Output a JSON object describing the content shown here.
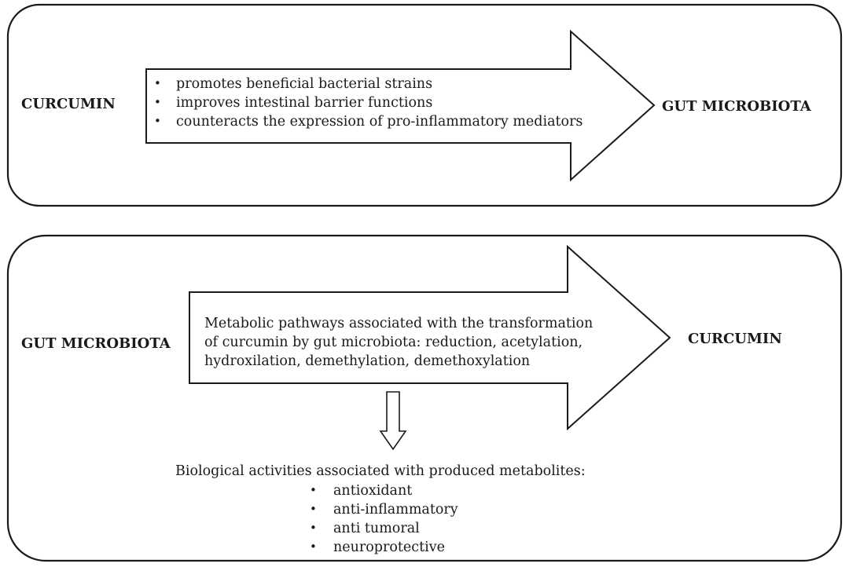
{
  "top_panel": {
    "source_label": "CURCUMIN",
    "target_label": "GUT MICROBIOTA",
    "effects": [
      "promotes beneficial bacterial strains",
      "improves intestinal barrier functions",
      "counteracts the expression of pro-inflammatory mediators"
    ]
  },
  "bottom_panel": {
    "source_label": "GUT MICROBIOTA",
    "target_label": "CURCUMIN",
    "pathway_lines": [
      "Metabolic pathways associated with the transformation",
      "of curcumin by gut microbiota:  reduction, acetylation,",
      "hydroxilation, demethylation, demethoxylation"
    ],
    "activities_heading": "Biological activities associated with produced metabolites:",
    "activities": [
      "antioxidant",
      "anti-inflammatory",
      "anti tumoral",
      "neuroprotective"
    ]
  },
  "bullet_glyph": "•"
}
